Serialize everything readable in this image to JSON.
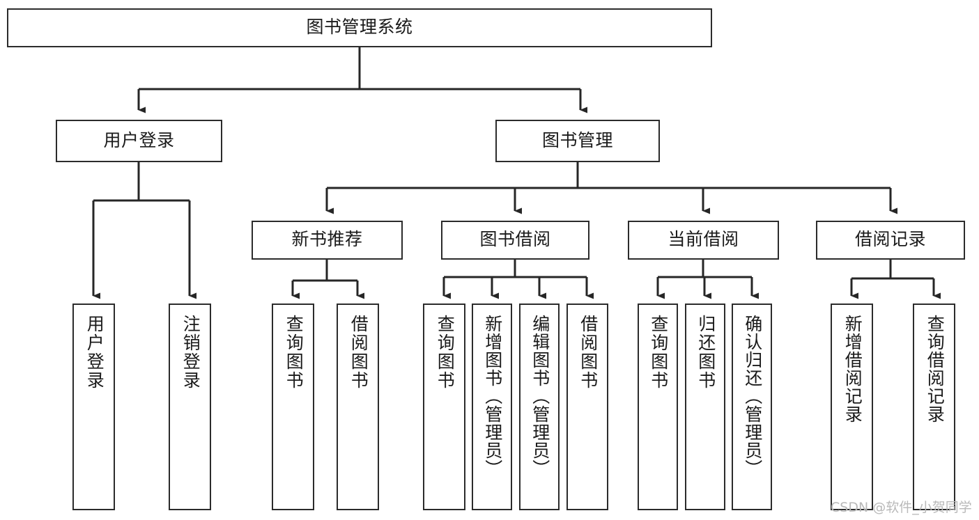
{
  "diagram": {
    "title": "图书管理系统",
    "type": "tree-hierarchy-chart",
    "watermark": "CSDN @软件_小贺同学",
    "colors": {
      "border": "#2b2b2b",
      "background": "#ffffff",
      "text": "#1a1a1a",
      "connector": "#262626",
      "watermark": "#b9b9b9"
    },
    "levels": {
      "root": {
        "label": "图书管理系统"
      },
      "level1": [
        {
          "label": "用户登录"
        },
        {
          "label": "图书管理"
        }
      ],
      "level2": [
        {
          "label": "新书推荐"
        },
        {
          "label": "图书借阅"
        },
        {
          "label": "当前借阅"
        },
        {
          "label": "借阅记录"
        }
      ],
      "leaves": [
        {
          "label": "用户登录",
          "parent": "用户登录"
        },
        {
          "label": "注销登录",
          "parent": "用户登录"
        },
        {
          "label": "查询图书",
          "parent": "新书推荐"
        },
        {
          "label": "借阅图书",
          "parent": "新书推荐"
        },
        {
          "label": "查询图书",
          "parent": "图书借阅"
        },
        {
          "label": "新增图书（管理员）",
          "parent": "图书借阅"
        },
        {
          "label": "编辑图书（管理员）",
          "parent": "图书借阅"
        },
        {
          "label": "借阅图书",
          "parent": "图书借阅"
        },
        {
          "label": "查询图书",
          "parent": "当前借阅"
        },
        {
          "label": "归还图书",
          "parent": "当前借阅"
        },
        {
          "label": "确认归还（管理员）",
          "parent": "当前借阅"
        },
        {
          "label": "新增借阅记录",
          "parent": "借阅记录"
        },
        {
          "label": "查询借阅记录",
          "parent": "借阅记录"
        }
      ]
    }
  }
}
